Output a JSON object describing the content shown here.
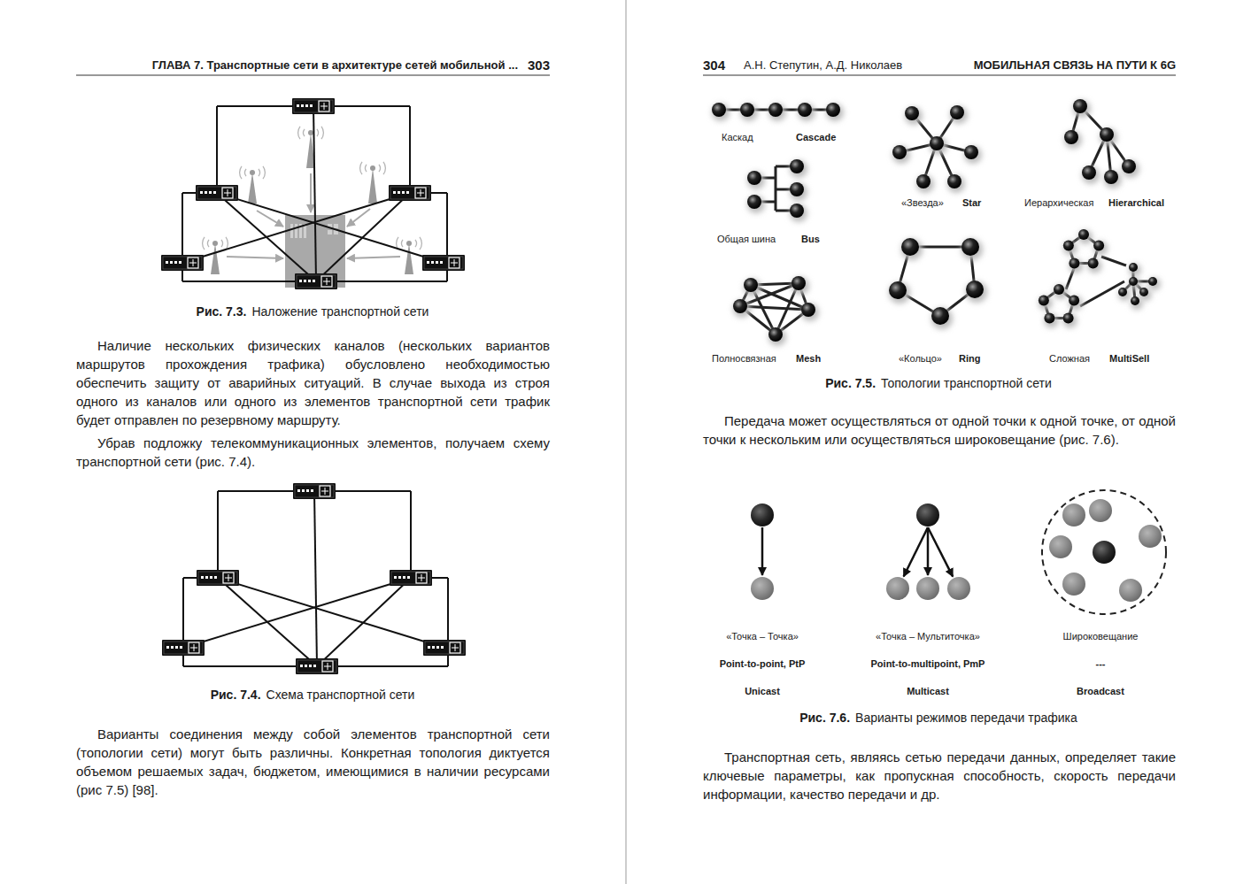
{
  "diagram": {
    "labels": [
      "ГЛАВА 7. Транспортные сети в архитектуре сетей мобильной ...",
      "303",
      "Рис. 7.3.",
      "Наложение транспортной сети",
      "Наличие нескольких физических каналов (нескольких вариантов маршрутов прохождения трафика) обусловлено необходимостью обеспечить защиту от аварийных ситуаций. В случае выхода из строя одного из каналов или одного из элементов транспортной сети трафик будет отправлен по резервному маршруту.",
      "Убрав подложку телекоммуникационных элементов, получаем схему транспортной сети (рис. 7.4).",
      "Рис. 7.4.",
      "Схема транспортной сети",
      "Варианты соединения между собой элементов транспортной сети (топологии сети) могут быть различны. Конкретная топология диктуется объемом решаемых задач, бюджетом, имеющимися в наличии ресурсами (рис 7.5) [98].",
      "304",
      "А.Н. Степутин, А.Д. Николаев",
      "МОБИЛЬНАЯ СВЯЗЬ НА ПУТИ К 6G",
      "Каскад",
      "Cascade",
      "«Звезда»",
      "Star",
      "Иерархическая",
      "Hierarchical",
      "Общая шина",
      "Bus",
      "Полносвязная",
      "Mesh",
      "«Кольцо»",
      "Ring",
      "Сложная",
      "MultiSell",
      "Рис. 7.5.",
      "Топологии транспортной сети",
      "Передача может осуществляться от одной точки к одной точке, от одной точки к нескольким или осуществляться широковещание (рис. 7.6).",
      "«Точка – Точка»",
      "«Точка – Мультиточка»",
      "Широковещание",
      "Point-to-point, PtP",
      "Point-to-multipoint, PmP",
      "---",
      "Unicast",
      "Multicast",
      "Broadcast",
      "Рис. 7.6.",
      "Варианты режимов передачи трафика",
      "Транспортная сеть, являясь сетью передачи данных, определяет такие ключевые параметры, как пропускная способность, скорость передачи информации, качество передачи и др."
    ]
  }
}
